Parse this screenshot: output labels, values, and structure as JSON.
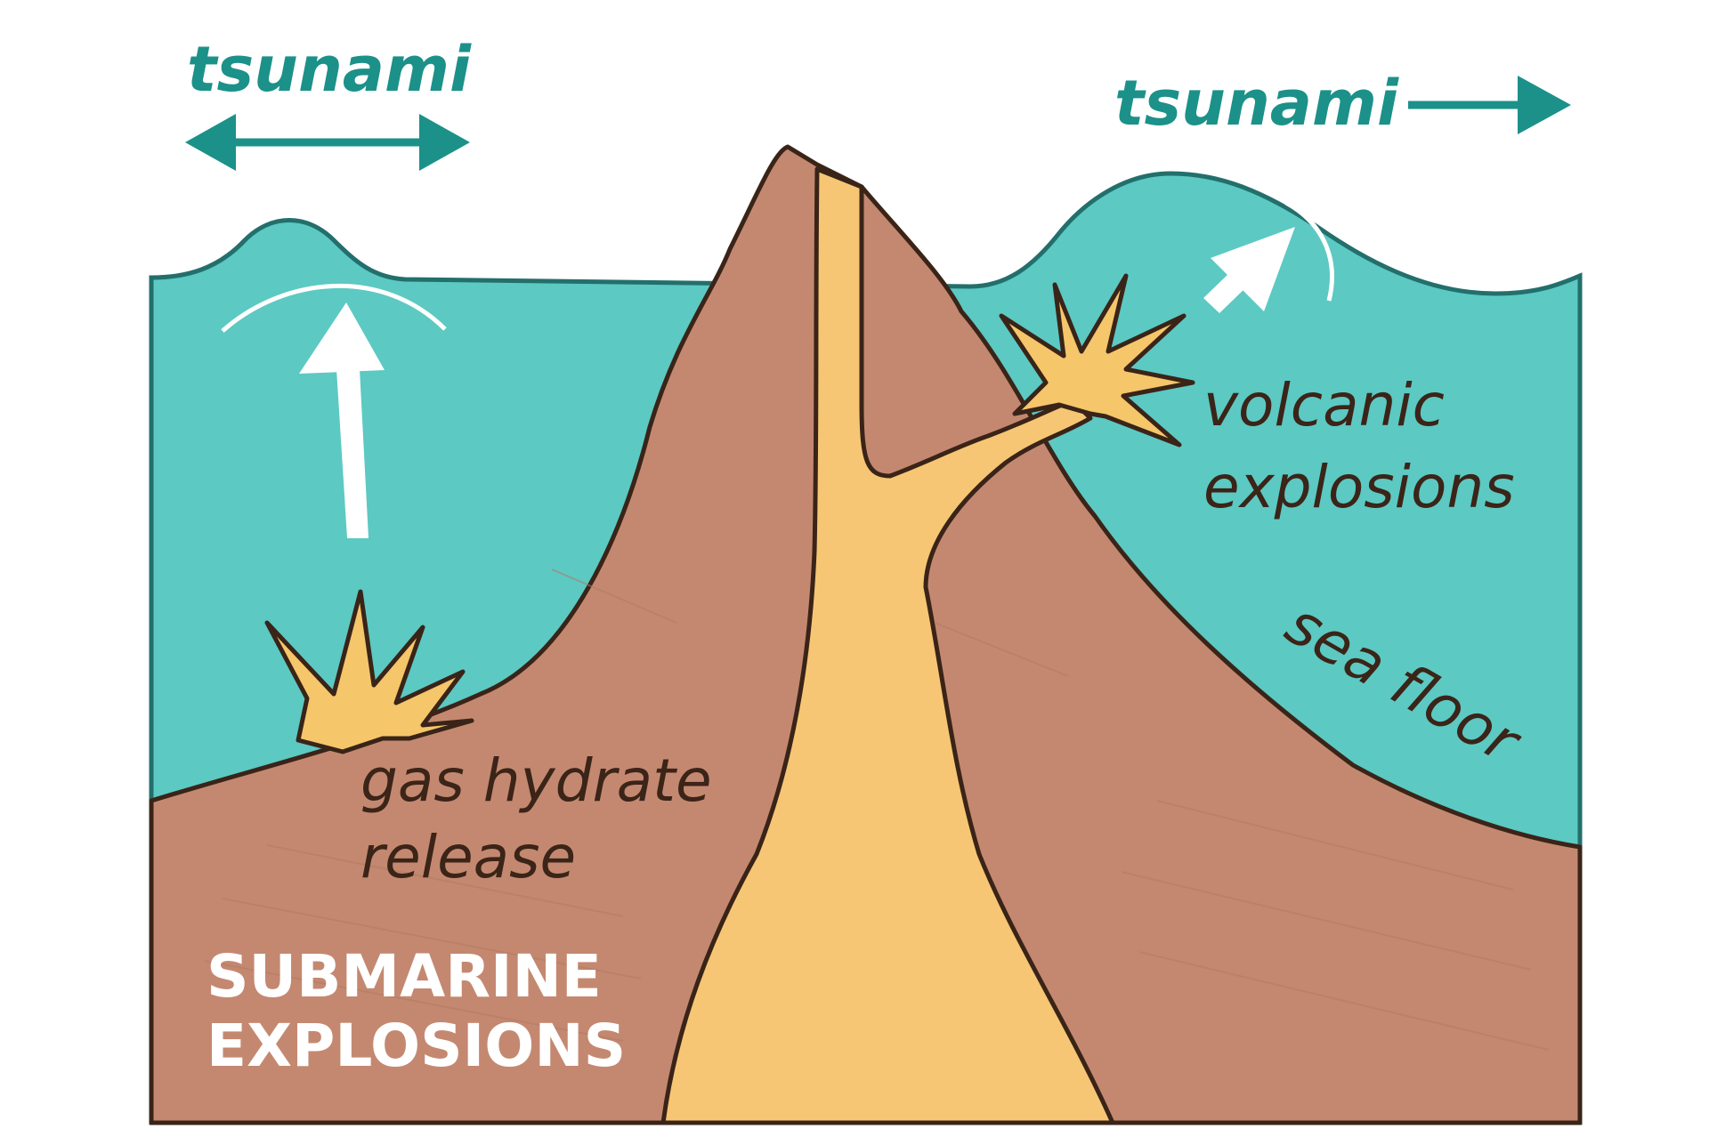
{
  "labels": {
    "tsunami_left": "tsunami",
    "tsunami_right": "tsunami",
    "volcanic_line1": "volcanic",
    "volcanic_line2": "explosions",
    "sea_floor": "sea floor",
    "gas_line1": "gas hydrate",
    "gas_line2": "release",
    "title_line1": "SUBMARINE",
    "title_line2": "EXPLOSIONS"
  },
  "colors": {
    "water": "#5cc9c3",
    "rock": "#c48870",
    "magma": "#f6c674",
    "outline": "#3a2418",
    "tsunami_text": "#1b9189",
    "burst": "#f5c66a",
    "label_text": "#3b2418",
    "title_text": "#ffffff"
  },
  "icons": [
    "double-headed-arrow-icon",
    "right-arrow-icon",
    "up-arrow-icon",
    "diagonal-up-arrow-icon",
    "explosion-burst-icon"
  ]
}
